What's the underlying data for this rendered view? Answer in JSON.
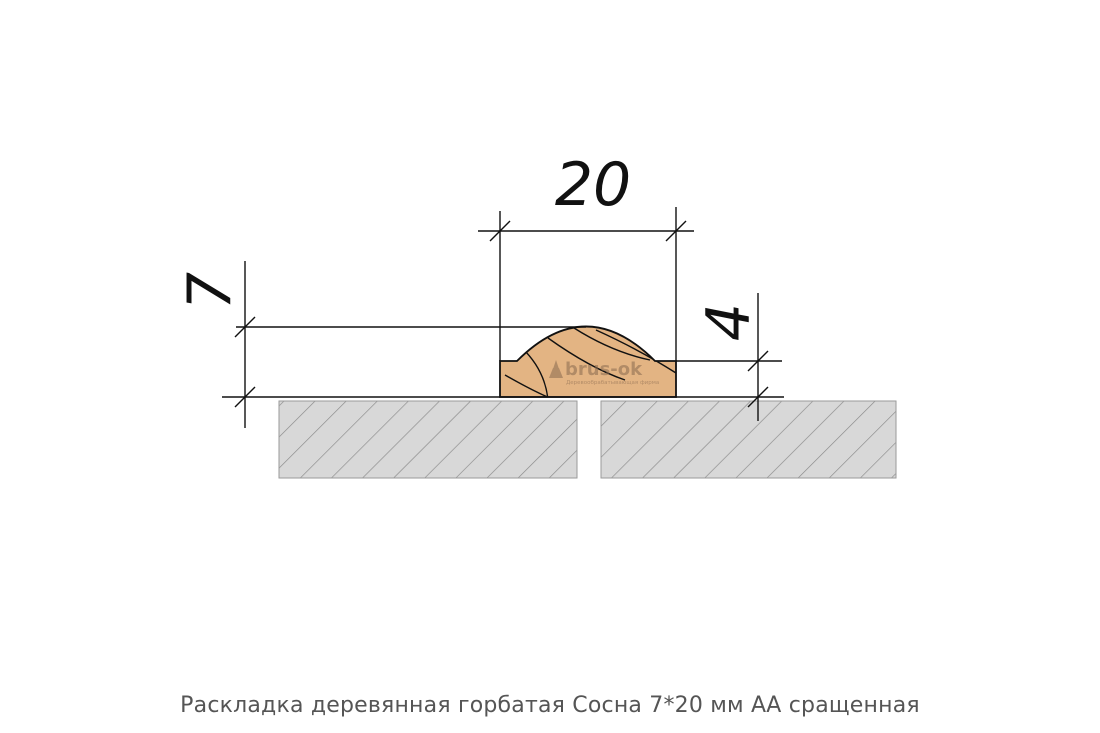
{
  "dimensions": {
    "width": "20",
    "total_height": "7",
    "side_height": "4"
  },
  "watermark": {
    "brand": "brus-ok",
    "tagline": "Деревообрабатывающая фирма"
  },
  "caption": "Раскладка деревянная горбатая Сосна 7*20 мм АА сращенная",
  "colors": {
    "wood": "#e3b483",
    "board_fill": "#d8d8d8",
    "board_hatch": "#8a8a8a",
    "line": "#111111",
    "caption": "#555555"
  }
}
